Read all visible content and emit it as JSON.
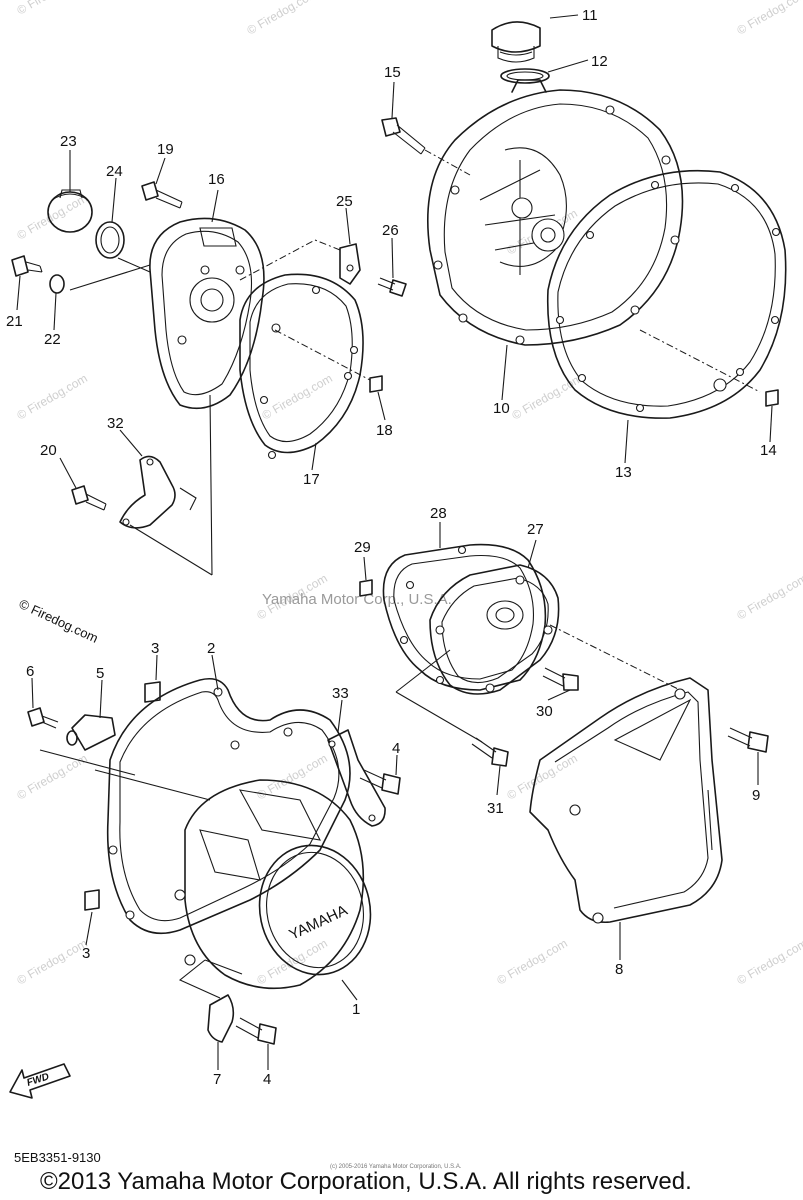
{
  "diagram": {
    "part_labels": [
      "1",
      "2",
      "3",
      "3",
      "4",
      "4",
      "5",
      "6",
      "7",
      "8",
      "9",
      "10",
      "11",
      "12",
      "13",
      "14",
      "15",
      "16",
      "17",
      "18",
      "19",
      "20",
      "21",
      "22",
      "23",
      "24",
      "25",
      "26",
      "27",
      "28",
      "29",
      "30",
      "31",
      "32",
      "33"
    ],
    "cover_brand": "YAMAHA",
    "fwd_label": "FWD",
    "center_watermark": "Yamaha Motor Corp., U.S.A.",
    "watermark_text": "© Firedog.com",
    "firedog_credit": "© Firedog.com",
    "diagram_code": "5EB3351-9130",
    "small_footer_note": "(c) 2005-2016 Yamaha Motor Corporation, U.S.A.",
    "copyright": "©2013 Yamaha Motor Corporation, U.S.A. All rights reserved."
  }
}
